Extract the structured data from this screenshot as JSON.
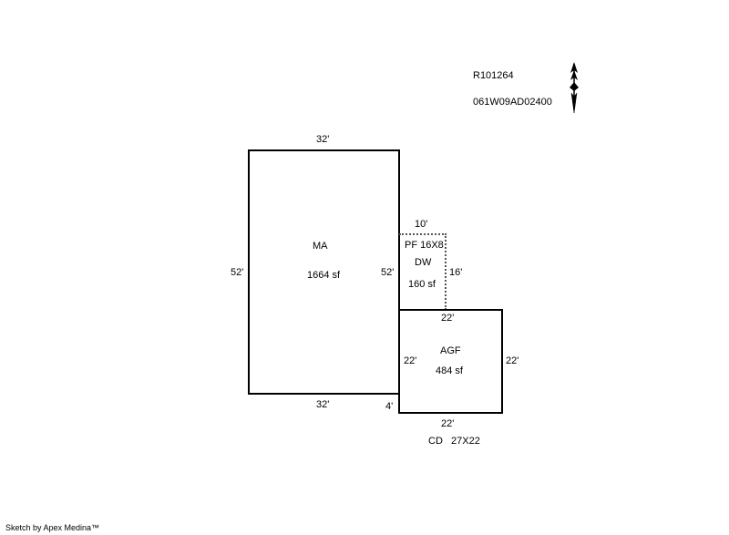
{
  "header": {
    "parcel_id": "R101264",
    "map_number": "061W09AD02400",
    "north_arrow_icon": "north-arrow-icon"
  },
  "areas": {
    "ma": {
      "code": "MA",
      "area": "1664 sf",
      "top_dim": "32'",
      "left_dim": "52'",
      "right_dim": "52'",
      "bottom_dim": "32'"
    },
    "pf": {
      "label": "PF  16X8",
      "code": "DW",
      "area": "160 sf",
      "top_dim": "10'",
      "right_dim": "16'"
    },
    "agf": {
      "code": "AGF",
      "area": "484 sf",
      "top_dim": "22'",
      "left_dim": "22'",
      "right_dim": "22'",
      "bottom_dim": "22'",
      "offset_dim": "4'"
    },
    "cd": {
      "label": "CD   27X22"
    }
  },
  "footer": {
    "credit": "Sketch by Apex Medina™"
  },
  "colors": {
    "line": "#000000",
    "dotted_line": "#555555",
    "background": "#ffffff"
  }
}
